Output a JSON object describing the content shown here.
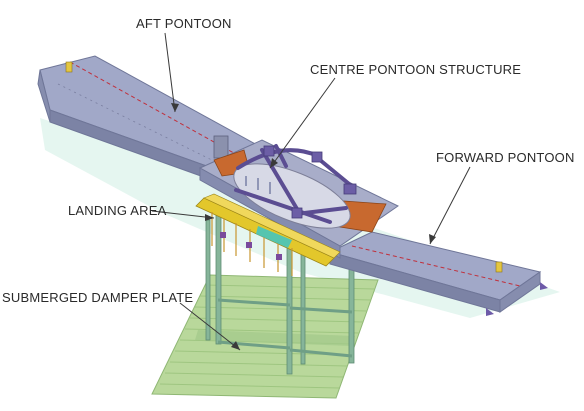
{
  "labels": {
    "aft_pontoon": "AFT PONTOON",
    "centre_pontoon": "CENTRE PONTOON STRUCTURE",
    "forward_pontoon": "FORWARD PONTOON",
    "landing_area": "LANDING AREA",
    "damper_plate": "SUBMERGED DAMPER PLATE"
  },
  "colors": {
    "pontoon_top": "#9ea5c6",
    "pontoon_side": "#7f86a8",
    "frame_purple": "#5d4f93",
    "orange": "#c6662c",
    "yellow": "#e2c52a",
    "green_plate": "#b7d69a",
    "green_legs": "#7fb08a",
    "water_tint": "#bfe5d8"
  }
}
